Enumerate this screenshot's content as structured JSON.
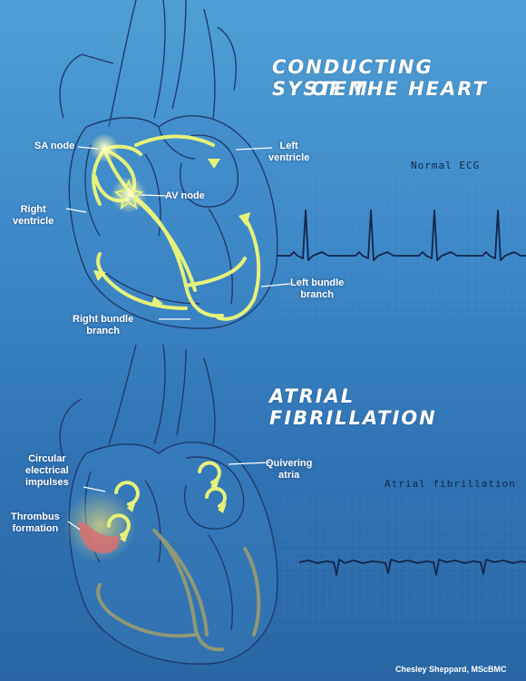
{
  "section1": {
    "title_line1": "CONDUCTING SYSTEM",
    "title_line2": "OF THE HEART",
    "labels": {
      "sa_node": "SA node",
      "left_ventricle_line1": "Left",
      "left_ventricle_line2": "ventricle",
      "right_ventricle_line1": "Right",
      "right_ventricle_line2": "ventricle",
      "av_node": "AV node",
      "left_bundle_line1": "Left bundle",
      "left_bundle_line2": "branch",
      "right_bundle_line1": "Right bundle",
      "right_bundle_line2": "branch"
    },
    "ecg_label": "Normal  ECG"
  },
  "section2": {
    "title": "ATRIAL FIBRILLATION",
    "labels": {
      "circular_line1": "Circular",
      "circular_line2": "electrical",
      "circular_line3": "impulses",
      "quivering_line1": "Quivering",
      "quivering_line2": "atria",
      "thrombus_line1": "Thrombus",
      "thrombus_line2": "formation"
    },
    "ecg_label": "Atrial fibrillation"
  },
  "credit": "Chesley Sheppard, MScBMC",
  "colors": {
    "background": "#3b86c6",
    "conduction": "#e6f27a",
    "conduction_muted": "#8f9877",
    "ecg_trace": "#13254a",
    "thrombus": "#d9706f"
  }
}
